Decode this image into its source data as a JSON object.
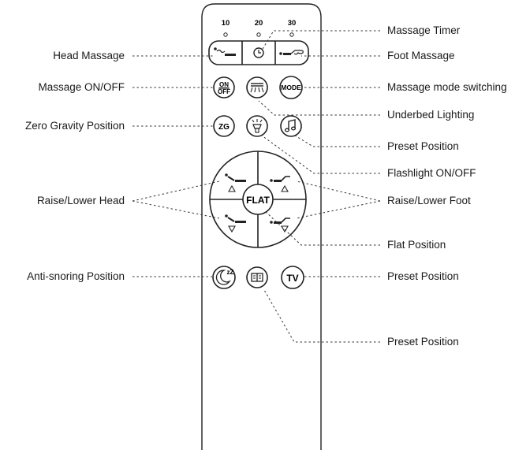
{
  "remote": {
    "timer_levels": [
      "10",
      "20",
      "30"
    ],
    "buttons": {
      "on_off_top": "ON",
      "on_off_bottom": "OFF",
      "mode": "MODE",
      "zero_gravity": "ZG",
      "flat": "FLAT",
      "tv": "TV"
    }
  },
  "labels": {
    "head_massage": "Head Massage",
    "massage_on_off": "Massage ON/OFF",
    "zero_gravity_position": "Zero Gravity Position",
    "raise_lower_head": "Raise/Lower Head",
    "anti_snoring_position": "Anti-snoring Position",
    "massage_timer": "Massage Timer",
    "foot_massage": "Foot Massage",
    "massage_mode_switching": "Massage mode switching",
    "underbed_lighting": "Underbed Lighting",
    "preset_position_1": "Preset Position",
    "flashlight_on_off": "Flashlight ON/OFF",
    "raise_lower_foot": "Raise/Lower Foot",
    "flat_position": "Flat Position",
    "preset_position_2": "Preset Position",
    "preset_position_3": "Preset Position"
  }
}
